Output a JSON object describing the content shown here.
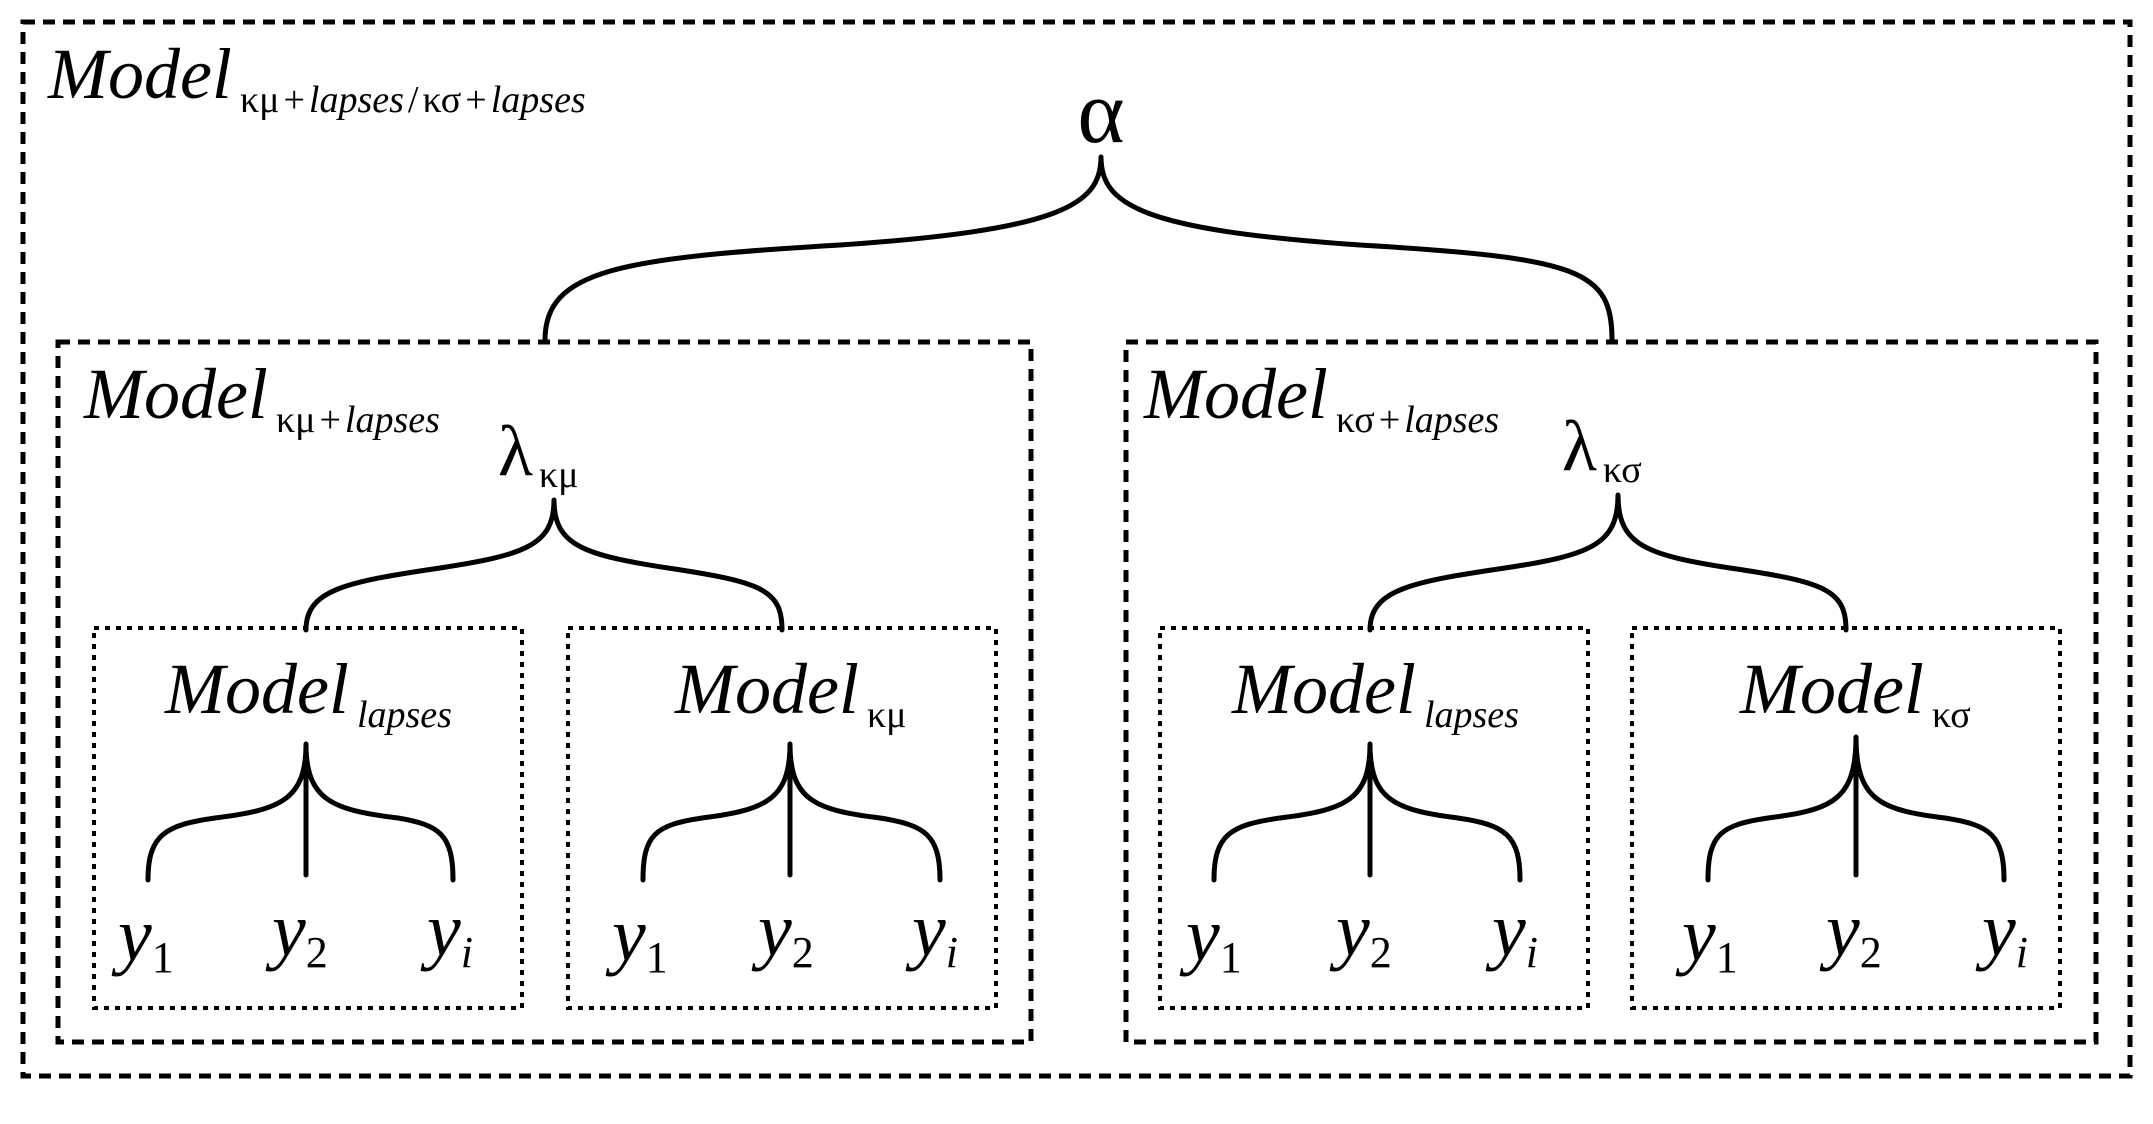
{
  "root": {
    "label_main": "Model",
    "label_sub_a": "κμ",
    "label_sub_b": "+",
    "label_sub_c": "lapses",
    "label_sub_d": "/",
    "label_sub_e": "κσ",
    "label_sub_f": "+",
    "label_sub_g": "lapses",
    "parameter": "α"
  },
  "left_group": {
    "label_main": "Model",
    "label_sub_greek": "κμ",
    "label_sub_plus": "+",
    "label_sub_text": "lapses",
    "param_main": "λ",
    "param_sub": "κμ",
    "children": [
      {
        "label_main": "Model",
        "label_sub": "lapses",
        "sub_italic": true,
        "y_main": "y",
        "y_sub": [
          "1",
          "2",
          "i"
        ]
      },
      {
        "label_main": "Model",
        "label_sub": "κμ",
        "sub_italic": false,
        "y_main": "y",
        "y_sub": [
          "1",
          "2",
          "i"
        ]
      }
    ]
  },
  "right_group": {
    "label_main": "Model",
    "label_sub_greek": "κσ",
    "label_sub_plus": "+",
    "label_sub_text": "lapses",
    "param_main": "λ",
    "param_sub": "κσ",
    "children": [
      {
        "label_main": "Model",
        "label_sub": "lapses",
        "sub_italic": true,
        "y_main": "y",
        "y_sub": [
          "1",
          "2",
          "i"
        ]
      },
      {
        "label_main": "Model",
        "label_sub": "κσ",
        "sub_italic": false,
        "y_main": "y",
        "y_sub": [
          "1",
          "2",
          "i"
        ]
      }
    ]
  }
}
